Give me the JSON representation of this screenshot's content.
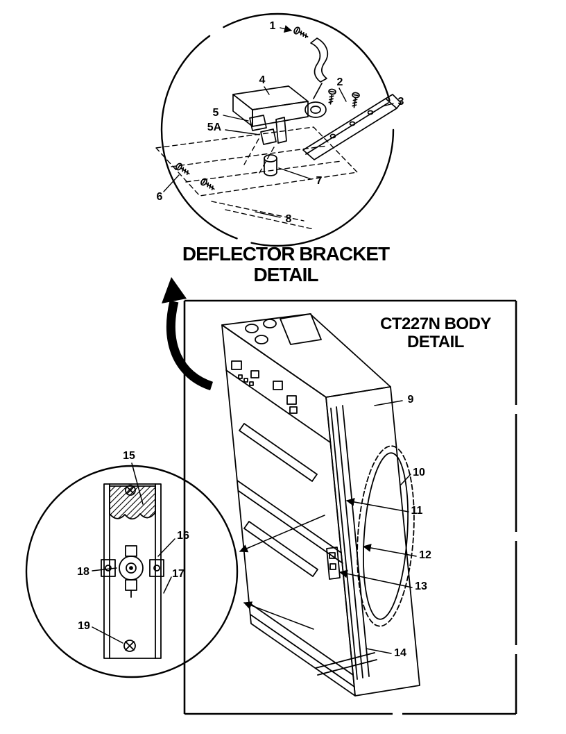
{
  "colors": {
    "background": "#ffffff",
    "ink": "#000000"
  },
  "deflector_detail": {
    "title_line1": "DEFLECTOR BRACKET",
    "title_line2": "DETAIL",
    "callouts": [
      {
        "label": "1"
      },
      {
        "label": "2"
      },
      {
        "label": "3"
      },
      {
        "label": "4"
      },
      {
        "label": "5"
      },
      {
        "label": "5A"
      },
      {
        "label": "6"
      },
      {
        "label": "7"
      },
      {
        "label": "8"
      }
    ]
  },
  "body_detail": {
    "title_line1": "CT227N BODY",
    "title_line2": "DETAIL",
    "callouts": [
      {
        "label": "9"
      },
      {
        "label": "10"
      },
      {
        "label": "11"
      },
      {
        "label": "12"
      },
      {
        "label": "13"
      },
      {
        "label": "14"
      }
    ]
  },
  "thermostat_detail": {
    "callouts": [
      {
        "label": "15"
      },
      {
        "label": "16"
      },
      {
        "label": "17"
      },
      {
        "label": "18"
      },
      {
        "label": "19"
      }
    ]
  }
}
